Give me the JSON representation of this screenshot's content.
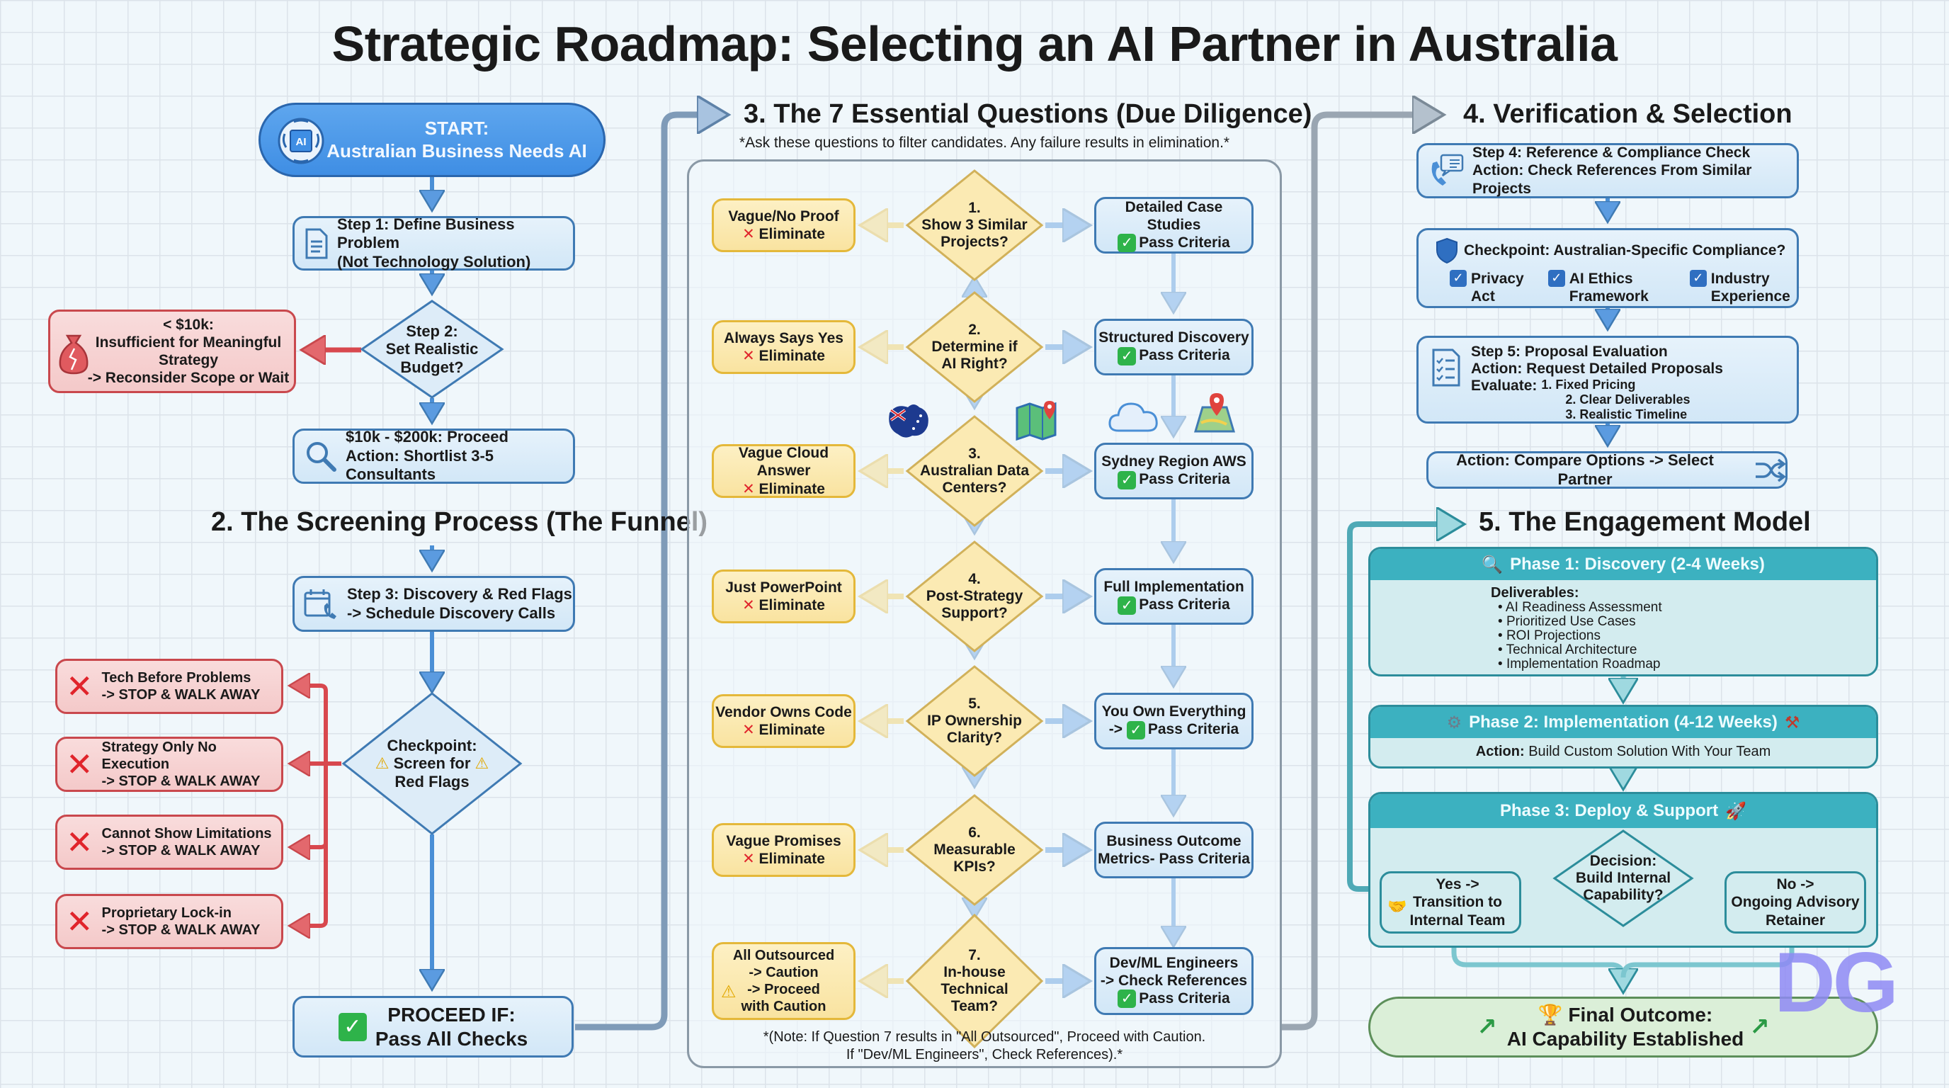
{
  "title": "Strategic Roadmap: Selecting an AI Partner in Australia",
  "colors": {
    "blue_border": "#3f7ab3",
    "red_border": "#c9484d",
    "yellow_border": "#e4b83a",
    "teal_header": "#3cb1c0",
    "green_pill": "#dbefd8",
    "arrow_blue": "#4a8fd6",
    "arrow_red": "#d8484e",
    "arrow_yellow": "#f1c84a"
  },
  "section1": {
    "start": {
      "icon": "ai-brain-icon",
      "line1": "START:",
      "line2": "Australian Business Needs AI"
    },
    "step1": {
      "icon": "document-icon",
      "line1": "Step 1: Define Business Problem",
      "line2": "(Not Technology Solution)"
    },
    "step2": {
      "line1": "Step 2:",
      "line2": "Set Realistic",
      "line3": "Budget?"
    },
    "budget_low": {
      "icon": "broken-money-bag-icon",
      "line1": "< $10k:",
      "line2": "Insufficient for Meaningful",
      "line3": "Strategy",
      "line4": "-> Reconsider Scope or Wait"
    },
    "budget_ok": {
      "icon": "magnifier-icon",
      "line1": "$10k - $200k: Proceed",
      "line2": "Action: Shortlist 3-5 Consultants"
    }
  },
  "section2": {
    "title": "2. The Screening Process (The Funnel)",
    "step3": {
      "icon": "calendar-phone-icon",
      "line1": "Step 3: Discovery & Red Flags",
      "line2": "-> Schedule Discovery Calls"
    },
    "checkpoint": {
      "line1": "Checkpoint:",
      "line2": "Screen for",
      "line3": "Red Flags"
    },
    "red_flags": [
      {
        "line1": "Tech Before Problems",
        "line2": "-> STOP & WALK AWAY"
      },
      {
        "line1": "Strategy Only No Execution",
        "line2": "-> STOP & WALK AWAY"
      },
      {
        "line1": "Cannot Show Limitations",
        "line2": "-> STOP & WALK AWAY"
      },
      {
        "line1": "Proprietary Lock-in",
        "line2": "-> STOP & WALK AWAY"
      }
    ],
    "proceed": {
      "line1": "PROCEED IF:",
      "line2": "Pass All Checks"
    }
  },
  "section3": {
    "title": "3. The 7 Essential Questions (Due Diligence)",
    "subtitle": "*Ask these questions to filter candidates. Any failure results in elimination.*",
    "questions": [
      {
        "num": "1.",
        "q1": "Show 3 Similar",
        "q2": "Projects?",
        "fail": "Vague/No Proof",
        "fail_action": "Eliminate",
        "pass1": "Detailed Case Studies",
        "pass2": "Pass Criteria"
      },
      {
        "num": "2.",
        "q1": "Determine if",
        "q2": "AI Right?",
        "fail": "Always Says Yes",
        "fail_action": "Eliminate",
        "pass1": "Structured Discovery",
        "pass2": "Pass Criteria"
      },
      {
        "num": "3.",
        "q1": "Australian Data",
        "q2": "Centers?",
        "fail": "Vague Cloud Answer",
        "fail_action": "Eliminate",
        "pass1": "Sydney Region AWS",
        "pass2": "Pass Criteria"
      },
      {
        "num": "4.",
        "q1": "Post-Strategy",
        "q2": "Support?",
        "fail": "Just PowerPoint",
        "fail_action": "Eliminate",
        "pass1": "Full Implementation",
        "pass2": "Pass Criteria"
      },
      {
        "num": "5.",
        "q1": "IP Ownership",
        "q2": "Clarity?",
        "fail": "Vendor Owns Code",
        "fail_action": "Eliminate",
        "pass1": "You Own Everything",
        "pass2": "-> ",
        "pass3": "Pass Criteria"
      },
      {
        "num": "6.",
        "q1": "Measurable",
        "q2": "KPIs?",
        "fail": "Vague Promises",
        "fail_action": "Eliminate",
        "pass1": "Business Outcome",
        "pass2": "Metrics- Pass Criteria"
      }
    ],
    "q7": {
      "num": "7.",
      "q1": "In-house",
      "q2": "Technical",
      "q3": "Team?",
      "fail1": "All Outsourced",
      "fail2": "-> Caution",
      "fail3": "-> Proceed",
      "fail4": "with Caution",
      "pass1": "Dev/ML Engineers",
      "pass2": "-> Check References",
      "pass3": "Pass Criteria"
    },
    "decorative_icons": [
      "australia-flag-map-icon",
      "map-pin-icon",
      "cloud-icon",
      "map-location-icon"
    ],
    "note1": "*(Note: If Question 7 results in \"All Outsourced\", Proceed with Caution.",
    "note2": "If \"Dev/ML Engineers\", Check References).*"
  },
  "section4": {
    "title": "4. Verification & Selection",
    "step4": {
      "icon": "phone-chat-icon",
      "line1": "Step 4: Reference & Compliance Check",
      "line2": "Action: Check References From Similar Projects"
    },
    "checkpoint": {
      "icon": "shield-icon",
      "title": "Checkpoint: Australian-Specific Compliance?",
      "items": [
        {
          "line1": "Privacy",
          "line2": "Act"
        },
        {
          "line1": "AI Ethics",
          "line2": "Framework"
        },
        {
          "line1": "Industry",
          "line2": "Experience"
        }
      ]
    },
    "step5": {
      "icon": "checklist-icon",
      "line1": "Step 5: Proposal Evaluation",
      "line2": "Action: Request Detailed Proposals",
      "evaluate_label": "Evaluate:",
      "criteria": [
        "1. Fixed Pricing",
        "2. Clear Deliverables",
        "3. Realistic Timeline"
      ]
    },
    "select": {
      "label": "Action: Compare Options -> Select Partner",
      "icon": "shuffle-icon"
    }
  },
  "section5": {
    "title": "5. The Engagement Model",
    "phase1": {
      "header": "Phase 1: Discovery (2-4 Weeks)",
      "icon": "magnifier-icon",
      "deliverables_label": "Deliverables:",
      "deliverables": [
        "AI Readiness Assessment",
        "Prioritized Use Cases",
        "ROI Projections",
        "Technical Architecture",
        "Implementation Roadmap"
      ]
    },
    "phase2": {
      "header": "Phase 2: Implementation (4-12 Weeks)",
      "icon_left": "gear-icon",
      "icon_right": "tools-icon",
      "action_label": "Action:",
      "action_text": "Build Custom Solution With Your Team"
    },
    "phase3": {
      "header": "Phase 3: Deploy & Support",
      "icon": "rocket-icon",
      "decision": {
        "line1": "Decision:",
        "line2": "Build Internal",
        "line3": "Capability?"
      },
      "yes": {
        "icon": "handshake-icon",
        "line1": "Yes ->",
        "line2": "Transition to",
        "line3": "Internal Team"
      },
      "no": {
        "line1": "No ->",
        "line2": "Ongoing Advisory",
        "line3": "Retainer"
      }
    },
    "final": {
      "icon": "trophy-icon",
      "line1": "Final Outcome:",
      "line2": "AI Capability Established",
      "trend_icon": "trending-up-icon"
    }
  },
  "watermark": "DG"
}
